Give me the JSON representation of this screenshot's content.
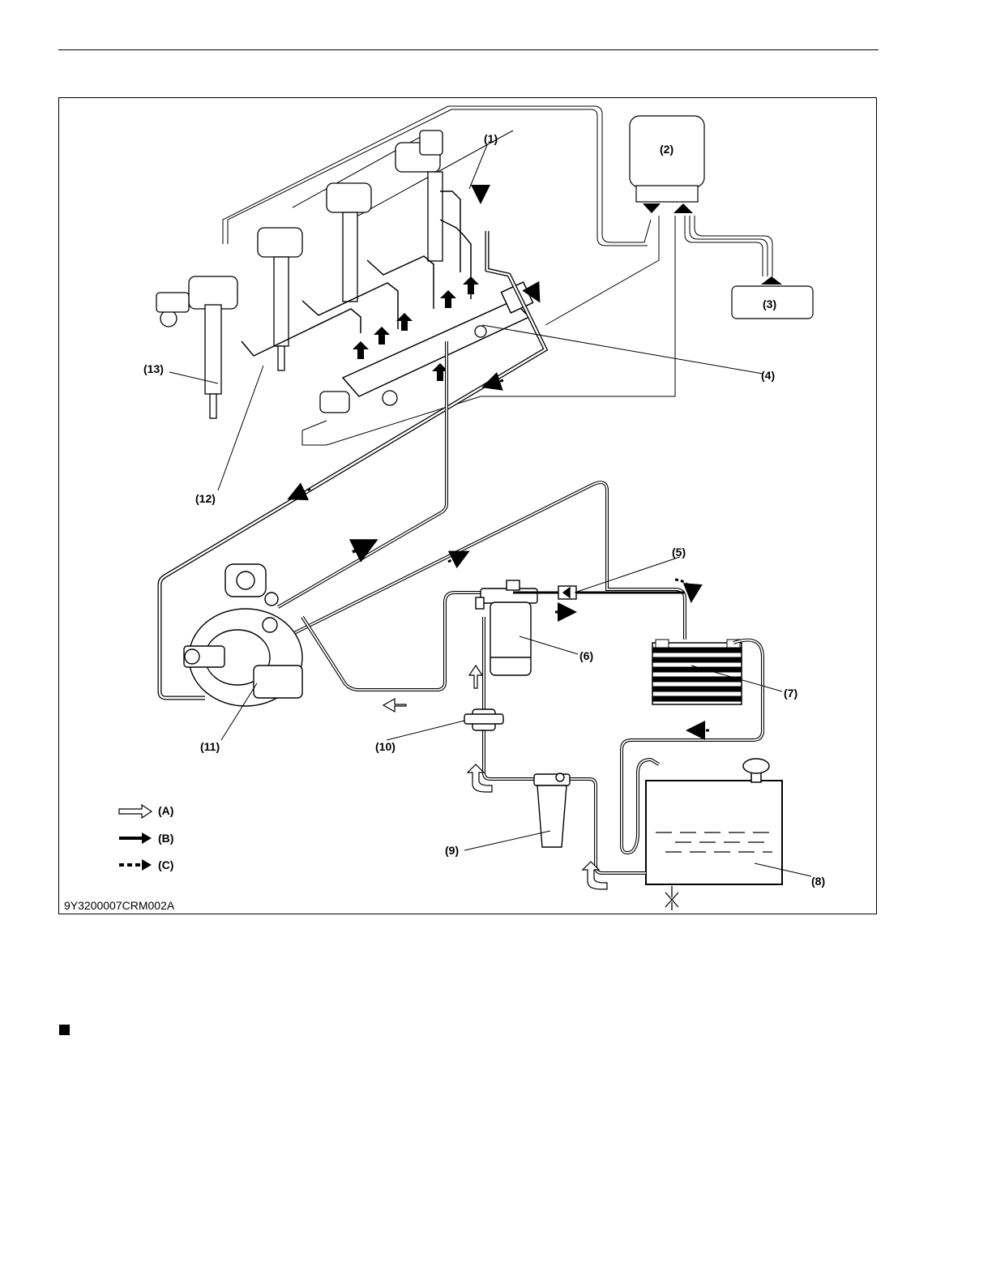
{
  "figure": {
    "code": "9Y3200007CRM002A",
    "callouts": {
      "c1": "(1)",
      "c2": "(2)",
      "c3": "(3)",
      "c4": "(4)",
      "c5": "(5)",
      "c6": "(6)",
      "c7": "(7)",
      "c8": "(8)",
      "c9": "(9)",
      "c10": "(10)",
      "c11": "(11)",
      "c12": "(12)",
      "c13": "(13)"
    },
    "legend": [
      {
        "label": "(A)",
        "arrow_style": "outline"
      },
      {
        "label": "(B)",
        "arrow_style": "solid"
      },
      {
        "label": "(C)",
        "arrow_style": "dashed"
      }
    ]
  }
}
